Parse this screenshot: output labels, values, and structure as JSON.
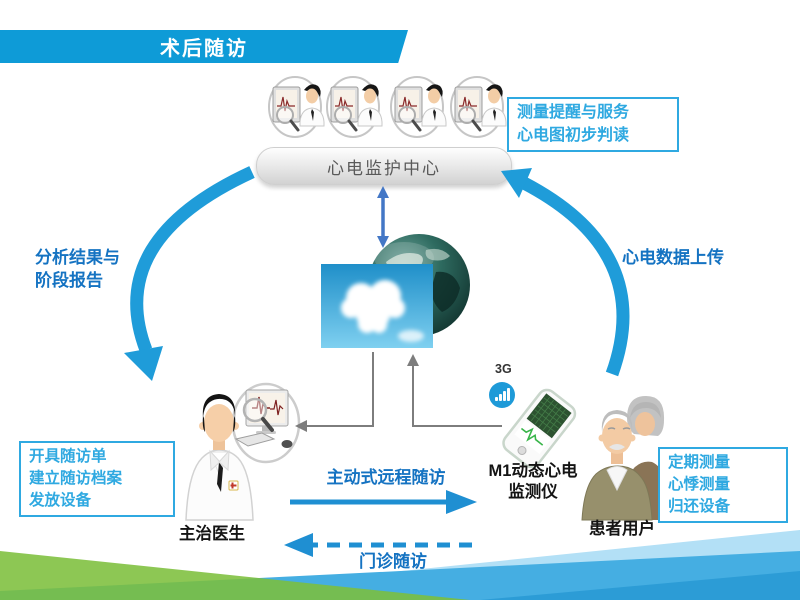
{
  "slide": {
    "banner": "术后随访",
    "monitor_center": "心电监护中心",
    "service_box": {
      "lines": [
        "测量提醒与服务",
        "心电图初步判读"
      ]
    },
    "analysis": {
      "lines": [
        "分析结果与",
        "阶段报告"
      ]
    },
    "upload": "心电数据上传",
    "doctor_box": {
      "lines": [
        "开具随访单",
        "建立随访档案",
        "发放设备"
      ]
    },
    "patient_box": {
      "lines": [
        "定期测量",
        "心悸测量",
        "归还设备"
      ]
    },
    "active_followup": "主动式远程随访",
    "outpatient_followup": "门诊随访",
    "doctor_label": "主治医生",
    "device": {
      "lines": [
        "M1动态心电",
        "监测仪"
      ],
      "network": "3G"
    },
    "patients_label": "患者用户"
  },
  "colors": {
    "banner_blue": "#0e9bd7",
    "arrow_blue": "#1f9cd9",
    "label_blue": "#1573c2",
    "box_blue": "#2fa9e1",
    "bar_text_gray": "#595959",
    "connector_gray": "#7d7d7d",
    "double_arrow_blue": "#4377c6",
    "stripe_green": "#7cbf3b",
    "stripe_blue_light": "#b3e0f6",
    "stripe_blue_mid": "#45aee2"
  }
}
